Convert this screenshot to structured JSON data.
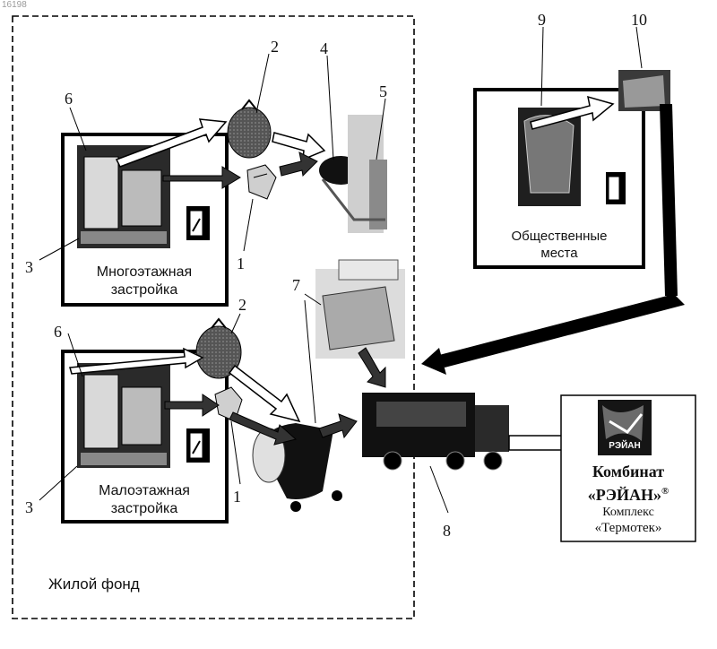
{
  "ref_id": "16198",
  "callouts": {
    "n1a": "1",
    "n1b": "1",
    "n2a": "2",
    "n2b": "2",
    "n3a": "3",
    "n3b": "3",
    "n4": "4",
    "n5": "5",
    "n6a": "6",
    "n6b": "6",
    "n7": "7",
    "n8": "8",
    "n9": "9",
    "n10": "10"
  },
  "boxes": {
    "multi_storey": {
      "line1": "Многоэтажная",
      "line2": "застройка"
    },
    "low_rise": {
      "line1": "Малоэтажная",
      "line2": "застройка"
    },
    "public_places": {
      "line1": "Общественные",
      "line2": "места"
    }
  },
  "housing_stock_label": "Жилой фонд",
  "plant": {
    "logo_text": "РЭЙАН",
    "line1": "Комбинат",
    "line2": "«РЭЙАН»",
    "reg_mark": "®",
    "line3": "Комплекс",
    "line4": "«Термотек»"
  }
}
